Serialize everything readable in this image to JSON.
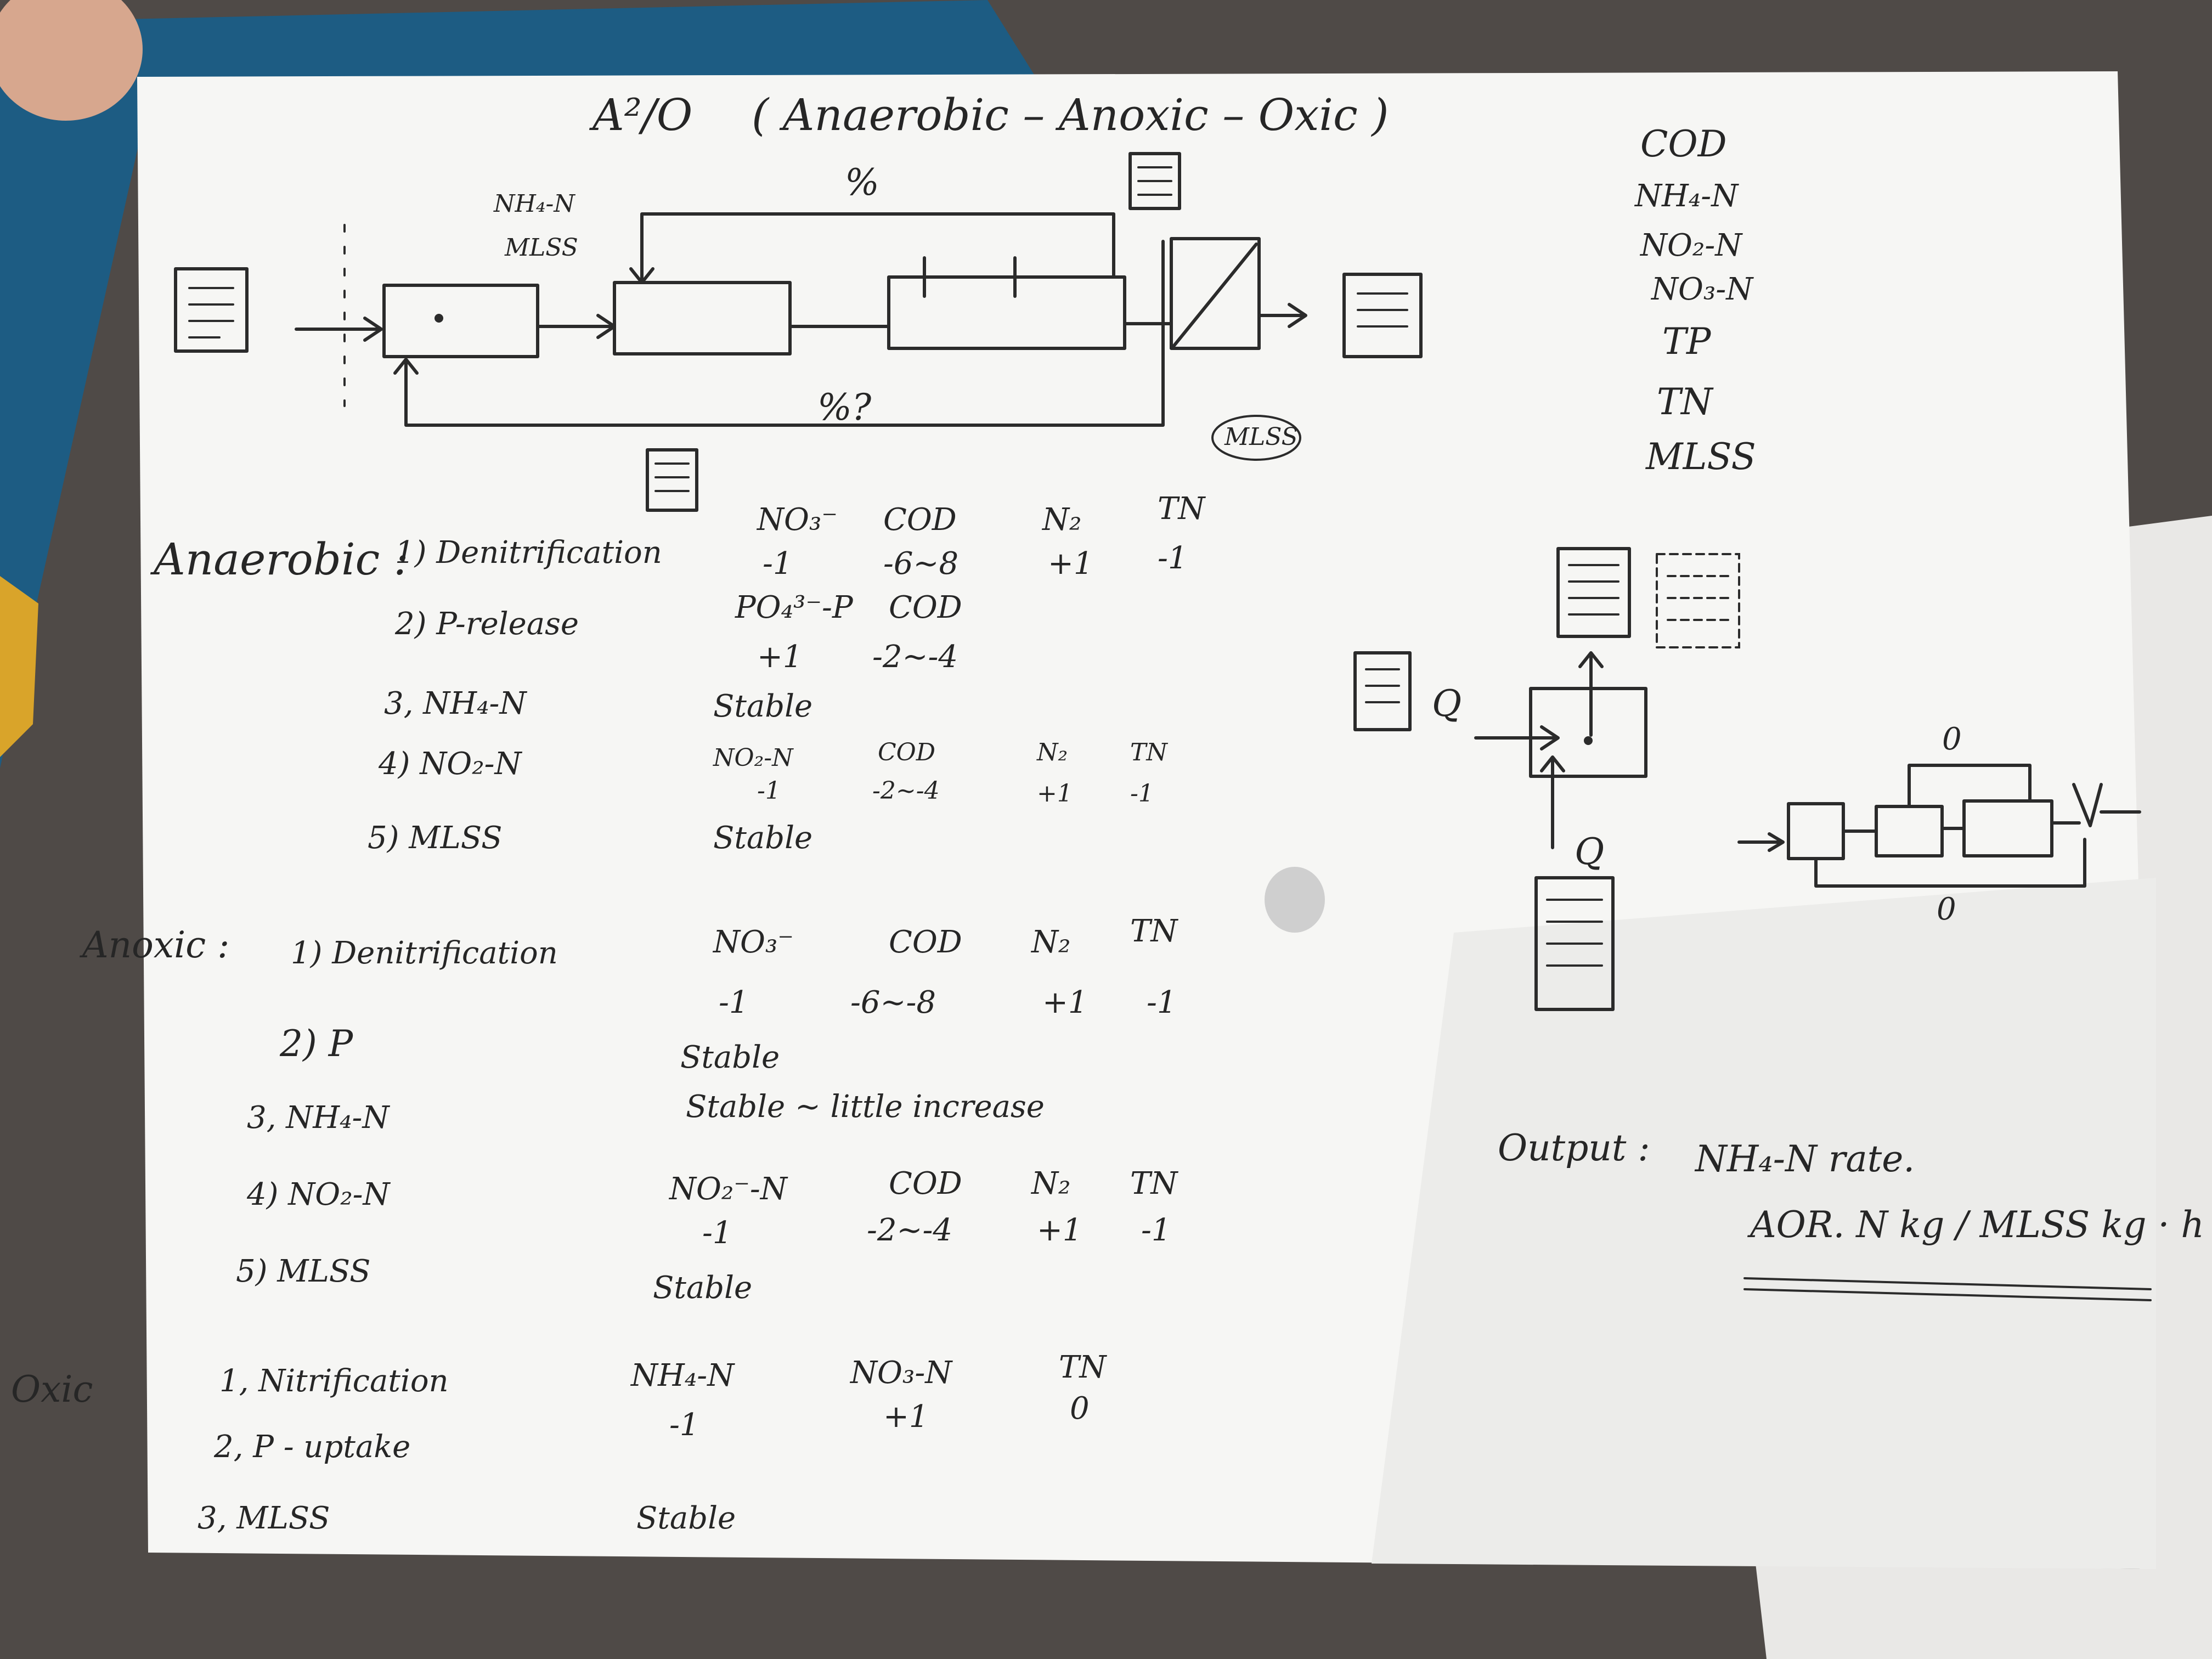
{
  "title": "A²/O",
  "subtitle": "( Anaerobic – Anoxic – Oxic )",
  "diagram": {
    "recycle_top_label": "%",
    "recycle_bottom_label": "%?",
    "influent_labels": [
      "NH₄-N",
      "MLSS"
    ],
    "clarifier_label": "MLSS"
  },
  "parameters": [
    "COD",
    "NH₄-N",
    "NO₂-N",
    "NO₃-N",
    "TP",
    "TN",
    "MLSS"
  ],
  "anaerobic": {
    "heading": "Anaerobic :",
    "items": [
      {
        "label": "1) Denitrification",
        "cols": [
          "NO₃⁻",
          "COD",
          "N₂",
          "TN"
        ],
        "vals": [
          "-1",
          "-6~8",
          "+1",
          "-1"
        ]
      },
      {
        "label": "2) P-release",
        "cols": [
          "PO₄³⁻-P",
          "COD"
        ],
        "vals": [
          "+1",
          "-2~-4"
        ]
      },
      {
        "label": "3, NH₄-N",
        "note": "Stable"
      },
      {
        "label": "4) NO₂-N",
        "cols": [
          "NO₂-N",
          "COD",
          "N₂",
          "TN"
        ],
        "vals": [
          "-1",
          "-2~-4",
          "+1",
          "-1"
        ]
      },
      {
        "label": "5) MLSS",
        "note": "Stable"
      }
    ]
  },
  "anoxic": {
    "heading": "Anoxic :",
    "items": [
      {
        "label": "1) Denitrification",
        "cols": [
          "NO₃⁻",
          "COD",
          "N₂",
          "TN"
        ],
        "vals": [
          "-1",
          "-6~-8",
          "+1",
          "-1"
        ]
      },
      {
        "label": "2) P",
        "note": "Stable"
      },
      {
        "label": "3, NH₄-N",
        "note": "Stable ~ little increase"
      },
      {
        "label": "4) NO₂-N",
        "cols": [
          "NO₂⁻-N",
          "COD",
          "N₂",
          "TN"
        ],
        "vals": [
          "-1",
          "-2~-4",
          "+1",
          "-1"
        ]
      },
      {
        "label": "5) MLSS",
        "note": "Stable"
      }
    ]
  },
  "oxic": {
    "heading": "Oxic",
    "items": [
      {
        "label": "1, Nitrification",
        "cols": [
          "NH₄-N",
          "NO₃-N",
          "TN"
        ],
        "vals": [
          "-1",
          "+1",
          "0"
        ]
      },
      {
        "label": "2, P - uptake"
      },
      {
        "label": "3, MLSS",
        "note": "Stable"
      }
    ]
  },
  "side_diagram": {
    "q_label": "Q",
    "q2_label": "Q",
    "zero_top": "0",
    "zero_bottom": "0"
  },
  "output": {
    "label": "Output :",
    "line1": "NH₄-N rate.",
    "line2": "AOR. N kg / MLSS kg · h"
  },
  "colors": {
    "paper": "#f6f6f4",
    "ink": "#2b2b2b",
    "table": "#4e4a47",
    "folder": "#1d5c83",
    "folder_accent": "#d9a42a"
  }
}
